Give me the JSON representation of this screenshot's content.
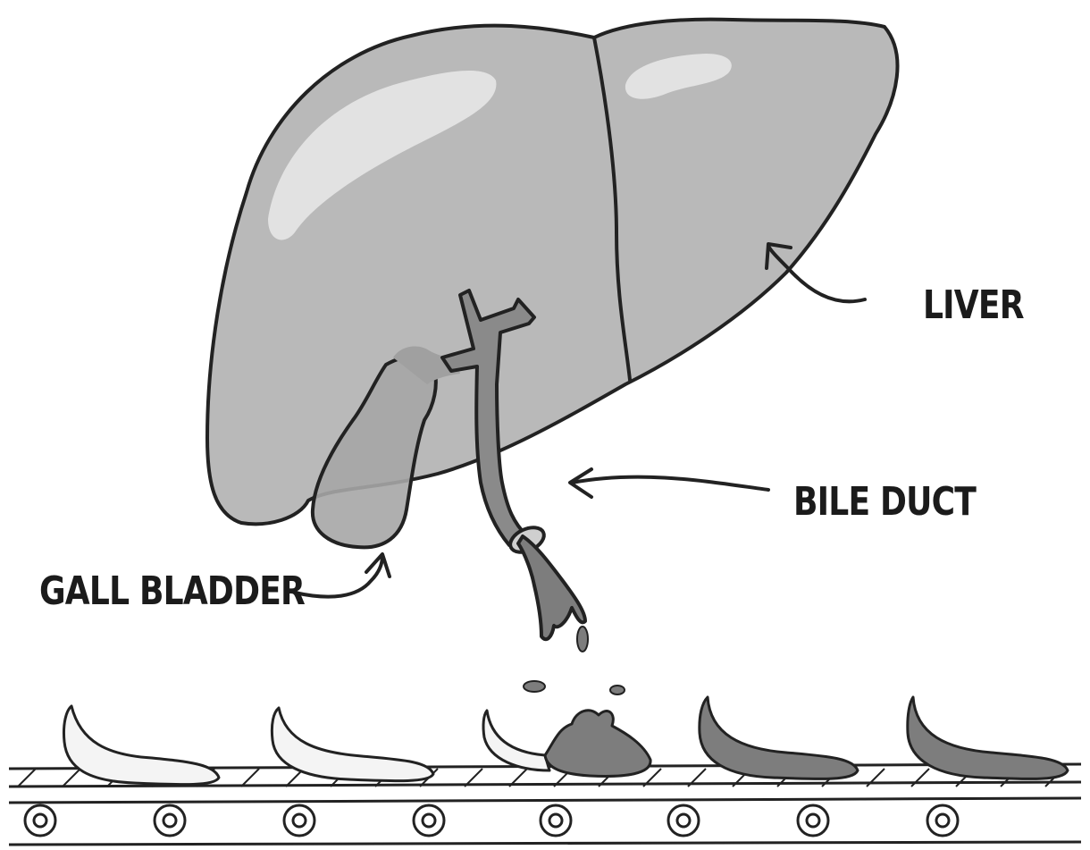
{
  "labels": {
    "liver": "LIVER",
    "bile_duct": "BILE DUCT",
    "gall_bladder": "GALL BLADDER"
  },
  "colors": {
    "liver_fill": "#b9b9b9",
    "highlight": "#e2e2e2",
    "duct_fill": "#8a8a8a",
    "food_white": "#f4f4f4",
    "food_digested": "#7d7d7d",
    "outline": "#222222"
  }
}
